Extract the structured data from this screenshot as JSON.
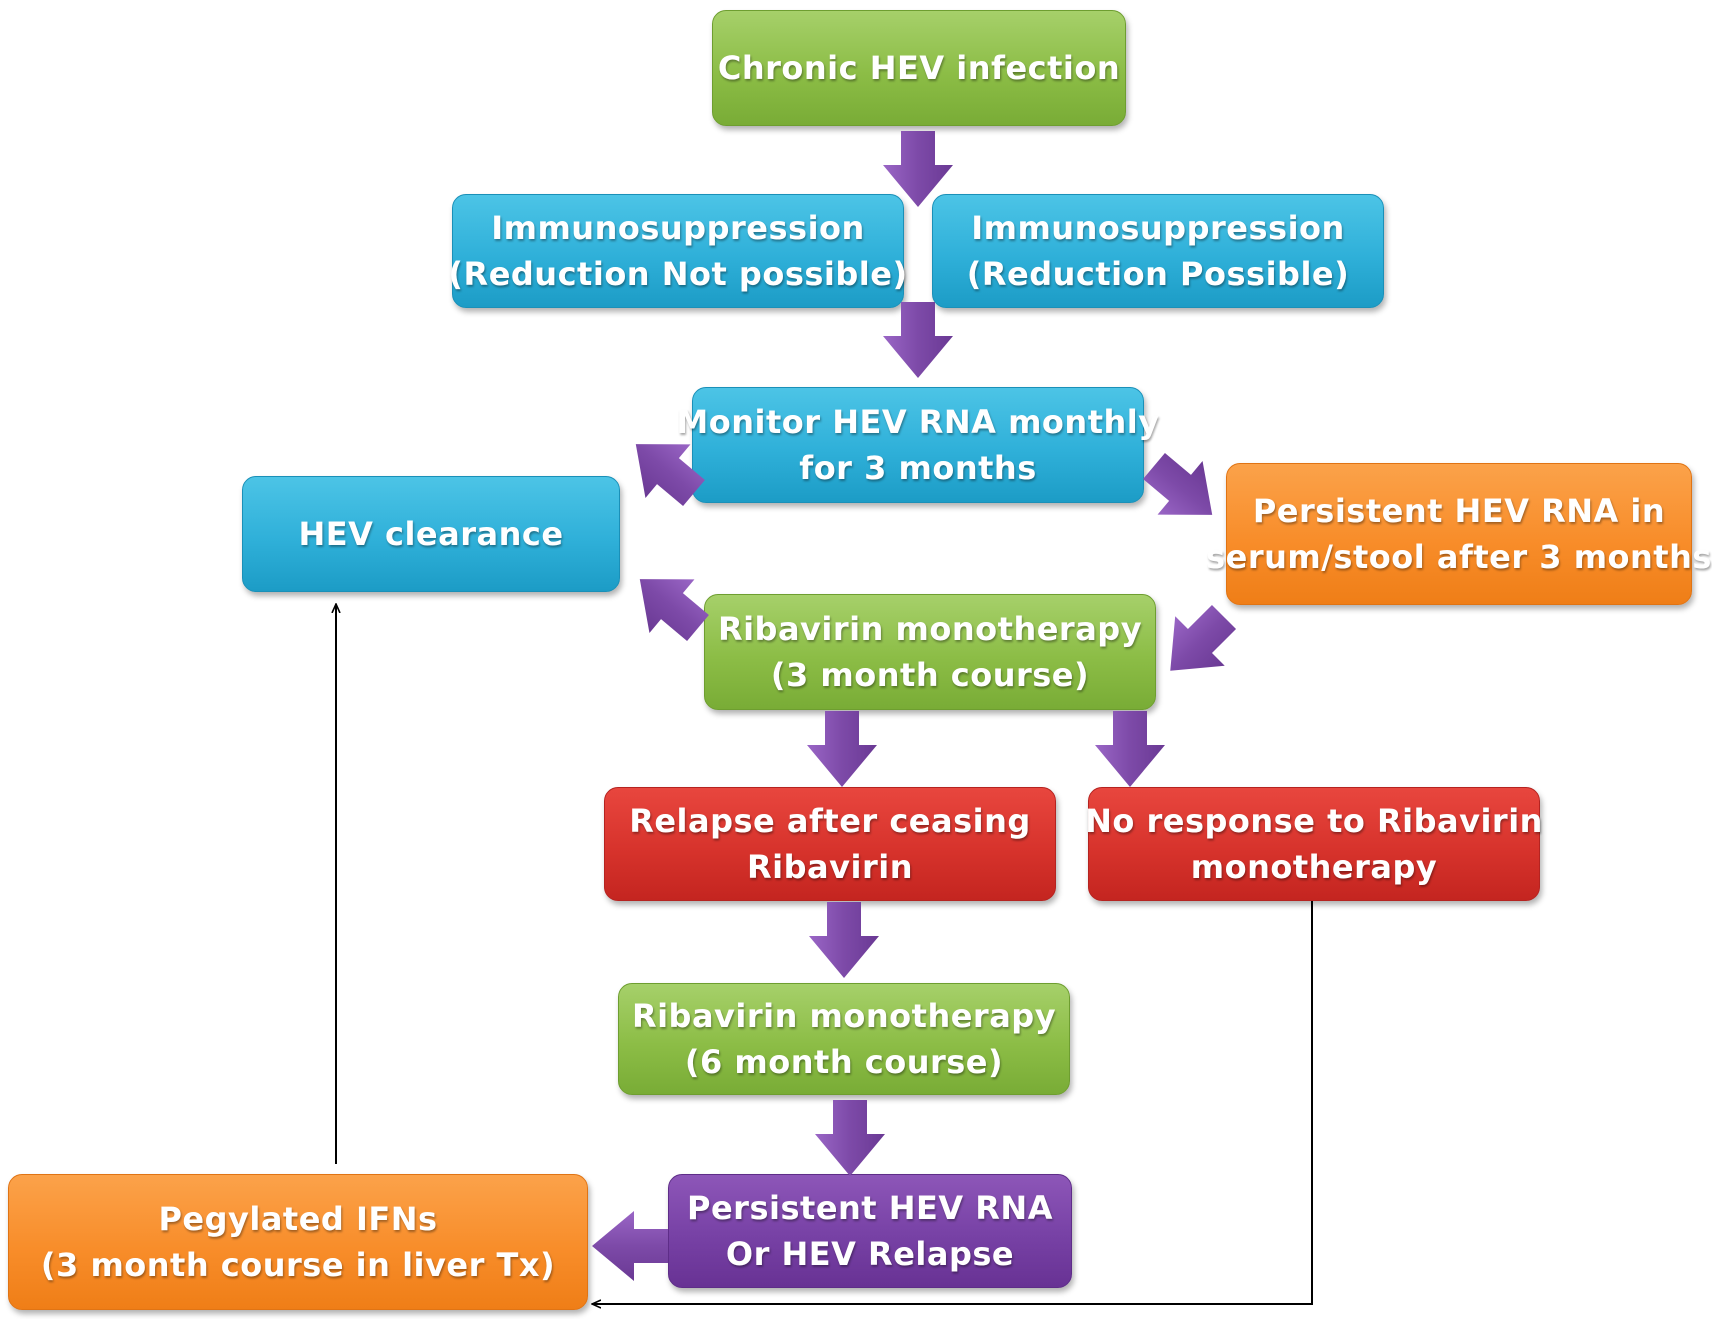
{
  "colors": {
    "green": "#8cbd46",
    "blue": "#2fb0d9",
    "orange": "#f88d2a",
    "red": "#d7332c",
    "purple": "#7741a5",
    "arrow": "#7d4aa8",
    "line": "#000000"
  },
  "nodes": {
    "chronic": {
      "lines": [
        "Chronic HEV infection"
      ]
    },
    "immunosuppression_not_possible": {
      "lines": [
        "Immunosuppression",
        "(Reduction Not possible)"
      ]
    },
    "immunosuppression_possible": {
      "lines": [
        "Immunosuppression",
        "(Reduction Possible)"
      ]
    },
    "monitor": {
      "lines": [
        "Monitor HEV RNA monthly",
        "for 3 months"
      ]
    },
    "clearance": {
      "lines": [
        "HEV clearance"
      ]
    },
    "persistent_after_3_months": {
      "lines": [
        "Persistent HEV RNA in",
        "serum/stool after 3 months"
      ]
    },
    "ribavirin_3_month": {
      "lines": [
        "Ribavirin monotherapy",
        "(3 month course)"
      ]
    },
    "relapse": {
      "lines": [
        "Relapse after ceasing",
        "Ribavirin"
      ]
    },
    "no_response": {
      "lines": [
        "No response to Ribavirin",
        "monotherapy"
      ]
    },
    "ribavirin_6_month": {
      "lines": [
        "Ribavirin monotherapy",
        "(6 month course)"
      ]
    },
    "pegylated": {
      "lines": [
        "Pegylated IFNs",
        "(3 month course in liver Tx)"
      ]
    },
    "persistent_or_relapse": {
      "lines": [
        "Persistent HEV RNA",
        "Or HEV Relapse"
      ]
    }
  },
  "edges": [
    {
      "from": "chronic",
      "to": "immunosuppression",
      "style": "block-arrow"
    },
    {
      "from": "immunosuppression",
      "to": "monitor",
      "style": "block-arrow"
    },
    {
      "from": "monitor",
      "to": "clearance",
      "style": "block-arrow"
    },
    {
      "from": "monitor",
      "to": "persistent_after_3_months",
      "style": "block-arrow"
    },
    {
      "from": "persistent_after_3_months",
      "to": "ribavirin_3_month",
      "style": "block-arrow"
    },
    {
      "from": "ribavirin_3_month",
      "to": "clearance",
      "style": "block-arrow"
    },
    {
      "from": "ribavirin_3_month",
      "to": "relapse",
      "style": "block-arrow"
    },
    {
      "from": "ribavirin_3_month",
      "to": "no_response",
      "style": "block-arrow"
    },
    {
      "from": "relapse",
      "to": "ribavirin_6_month",
      "style": "block-arrow"
    },
    {
      "from": "ribavirin_6_month",
      "to": "persistent_or_relapse",
      "style": "block-arrow"
    },
    {
      "from": "persistent_or_relapse",
      "to": "pegylated",
      "style": "block-arrow"
    },
    {
      "from": "no_response",
      "to": "pegylated",
      "style": "thin-line"
    },
    {
      "from": "pegylated",
      "to": "clearance",
      "style": "thin-line"
    }
  ]
}
